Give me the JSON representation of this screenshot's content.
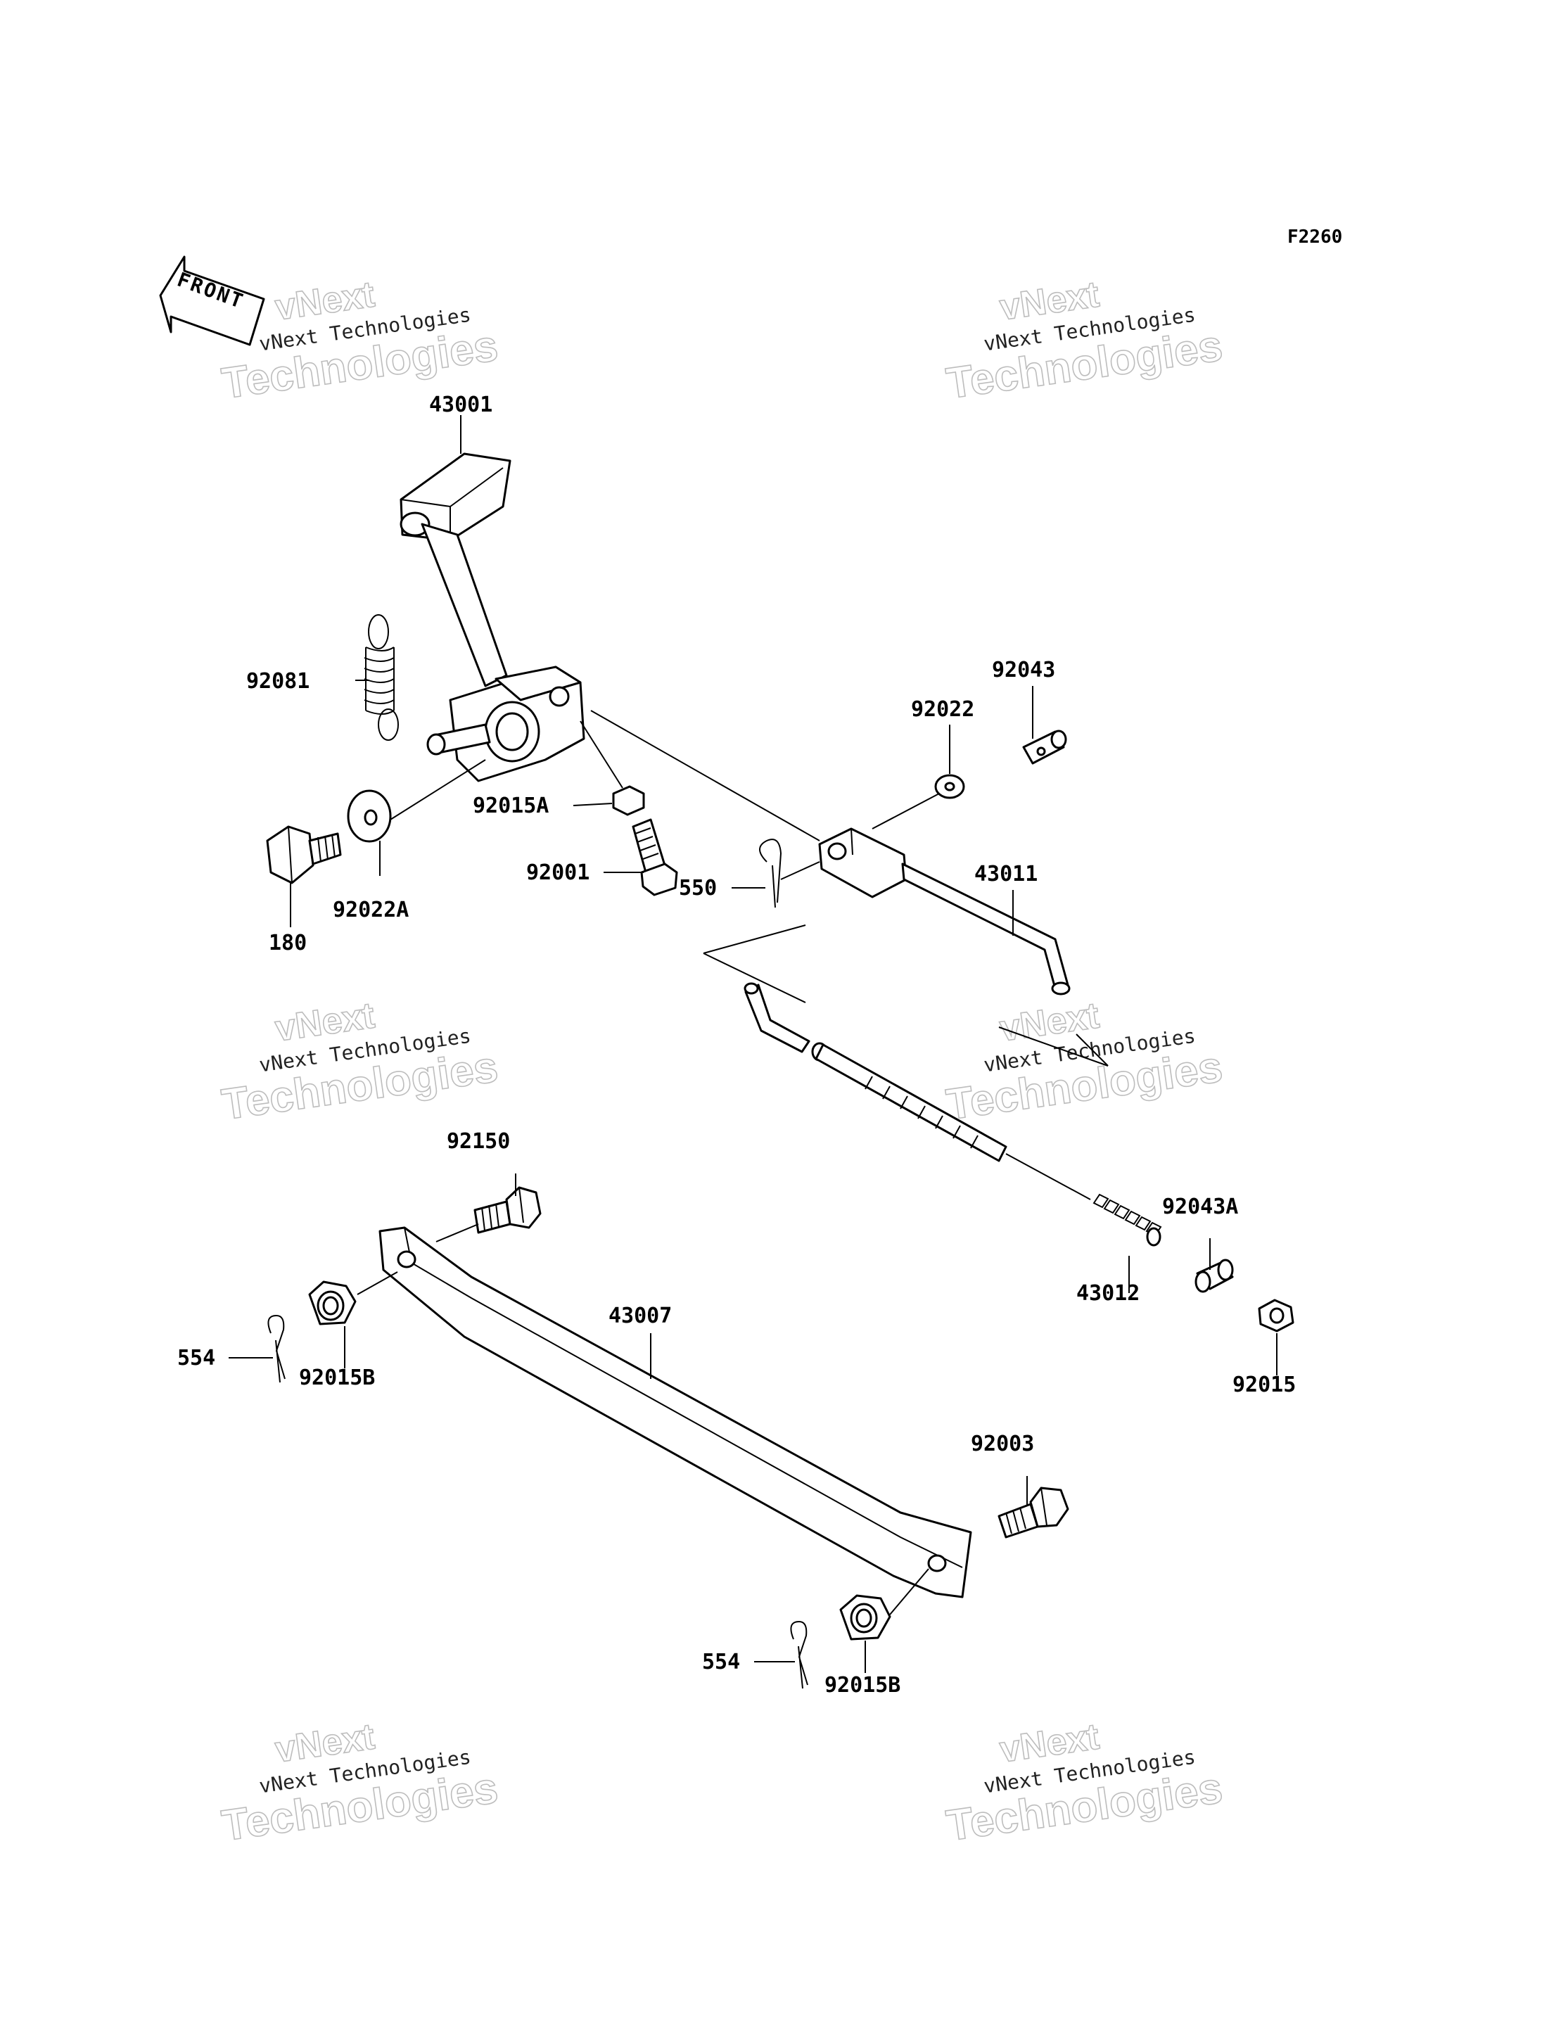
{
  "figure_code": "F2260",
  "front_label": "FRONT",
  "watermark": {
    "line1": "vNext Technologies",
    "line2": "Technologies",
    "line3": "vNext"
  },
  "callouts": [
    {
      "id": "43001",
      "text": "43001"
    },
    {
      "id": "92081",
      "text": "92081"
    },
    {
      "id": "92022A",
      "text": "92022A"
    },
    {
      "id": "180",
      "text": "180"
    },
    {
      "id": "92015A",
      "text": "92015A"
    },
    {
      "id": "92001",
      "text": "92001"
    },
    {
      "id": "550",
      "text": "550"
    },
    {
      "id": "92022",
      "text": "92022"
    },
    {
      "id": "92043",
      "text": "92043"
    },
    {
      "id": "43011",
      "text": "43011"
    },
    {
      "id": "92150",
      "text": "92150"
    },
    {
      "id": "43007",
      "text": "43007"
    },
    {
      "id": "554-upper",
      "text": "554"
    },
    {
      "id": "92015B-upper",
      "text": "92015B"
    },
    {
      "id": "92043A",
      "text": "92043A"
    },
    {
      "id": "43012",
      "text": "43012"
    },
    {
      "id": "92015",
      "text": "92015"
    },
    {
      "id": "92003",
      "text": "92003"
    },
    {
      "id": "554-lower",
      "text": "554"
    },
    {
      "id": "92015B-lower",
      "text": "92015B"
    }
  ]
}
